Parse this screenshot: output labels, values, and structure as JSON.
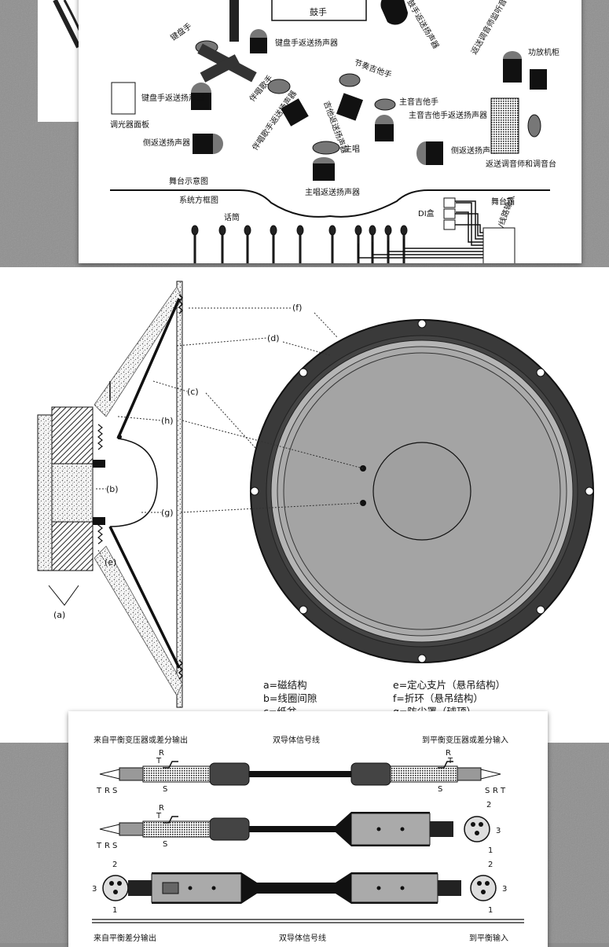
{
  "top_diagram": {
    "labels": {
      "drummer": "鼓手",
      "drummer_monitor": "鼓手返送扬声器",
      "keyboardist_1": "键盘手",
      "keyboardist_monitor_1": "键盘手返送扬声器",
      "keyboardist_monitor_2": "键盘手返送扬声器",
      "rhythm_guitar": "节奏吉他手",
      "backing_singer_1": "伴唱歌手",
      "backing_singer_2": "伴唱歌手返送扬声器",
      "rhythm_guitar_monitor": "吉他返送扬声器",
      "lead_guitar": "主音吉他手",
      "lead_guitar_monitor": "主音吉他手返送扬声器",
      "monitor_engineer_speaker": "返送调音师监听音箱",
      "amp_rack": "功放机柜",
      "dimmer_panel": "调光器面板",
      "side_fill_left": "侧返送扬声器",
      "side_fill_right": "侧返送扬声器",
      "lead_vocal": "主唱",
      "lead_vocal_monitor": "主唱返送扬声器",
      "monitor_console": "返送调音师和调音台",
      "stage_diagram": "舞台示意图",
      "system_diagram": "系统方框图",
      "microphones": "话筒",
      "di_box": "DI盒",
      "stage_box": "舞台箱",
      "line_input": "/线路输入"
    }
  },
  "speaker_diagram": {
    "callouts": [
      "(f)",
      "(d)",
      "(c)",
      "(h)",
      "(b)",
      "(g)",
      "(e)",
      "(a)"
    ],
    "legend_left": [
      "a=磁结构",
      "b=线圈间隙",
      "c=纸盆"
    ],
    "legend_right": [
      "e=定心支片（悬吊结构）",
      "f=折环（悬吊结构）",
      "g=防尘罩（球顶）"
    ]
  },
  "cable_diagram": {
    "header_left": "来自平衡变压器或差分输出",
    "header_center": "双导体信号线",
    "header_right": "到平衡变压器或差分输入",
    "footer_left": "来自平衡差分输出",
    "footer_center": "双导体信号线",
    "footer_right": "到平衡输入",
    "trs_labels": [
      "T",
      "R",
      "S"
    ],
    "xlr_pins": [
      "1",
      "2",
      "3"
    ]
  },
  "colors": {
    "background": "#8d8d8d",
    "panel": "#ffffff",
    "ink": "#111111",
    "surround": "#3a3a3a",
    "cone": "#a9a9a9"
  }
}
